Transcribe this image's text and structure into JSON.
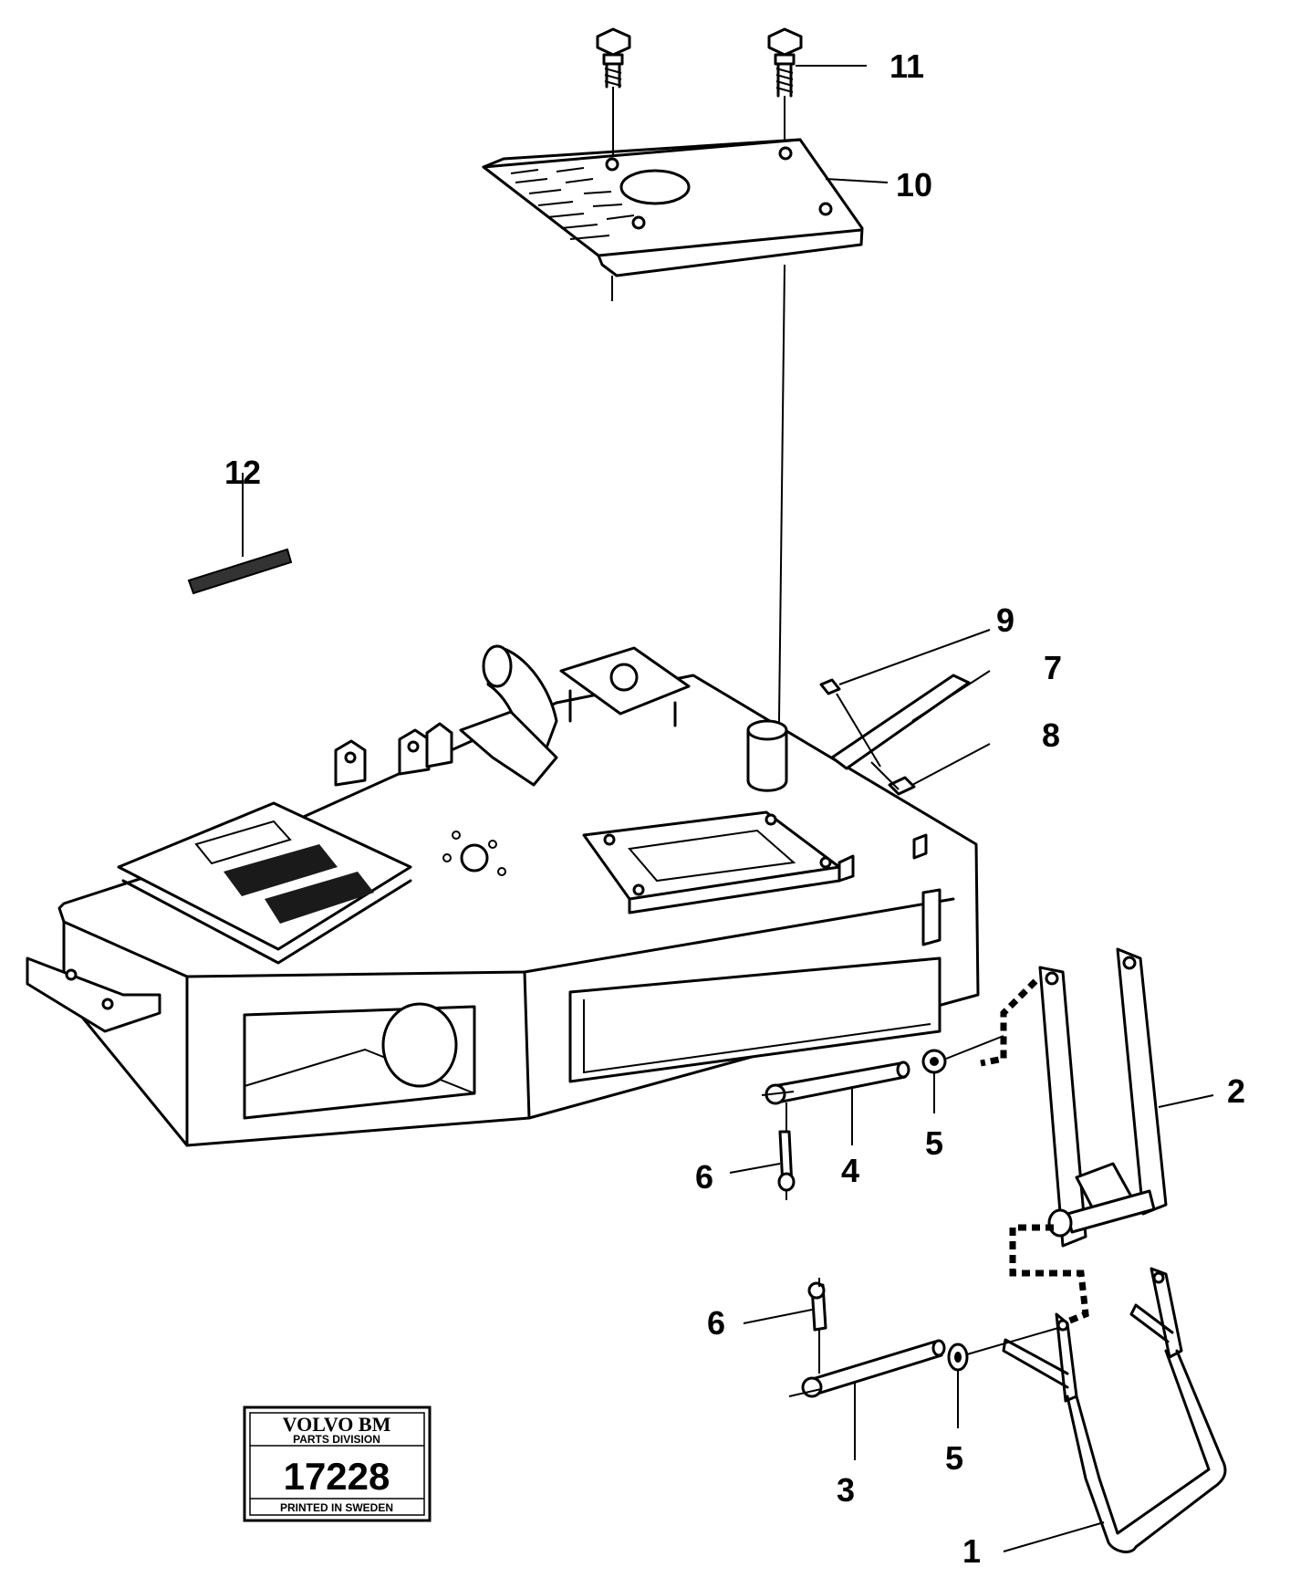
{
  "callouts": [
    {
      "id": "11",
      "text": "11"
    },
    {
      "id": "10",
      "text": "10"
    },
    {
      "id": "12",
      "text": "12"
    },
    {
      "id": "9",
      "text": "9"
    },
    {
      "id": "7",
      "text": "7"
    },
    {
      "id": "8",
      "text": "8"
    },
    {
      "id": "2",
      "text": "2"
    },
    {
      "id": "5a",
      "text": "5"
    },
    {
      "id": "4",
      "text": "4"
    },
    {
      "id": "6a",
      "text": "6"
    },
    {
      "id": "6b",
      "text": "6"
    },
    {
      "id": "5b",
      "text": "5"
    },
    {
      "id": "3",
      "text": "3"
    },
    {
      "id": "1",
      "text": "1"
    }
  ],
  "stamp": {
    "brand": "VOLVO BM",
    "division": "PARTS DIVISION",
    "number": "17228",
    "footer": "PRINTED IN SWEDEN"
  }
}
